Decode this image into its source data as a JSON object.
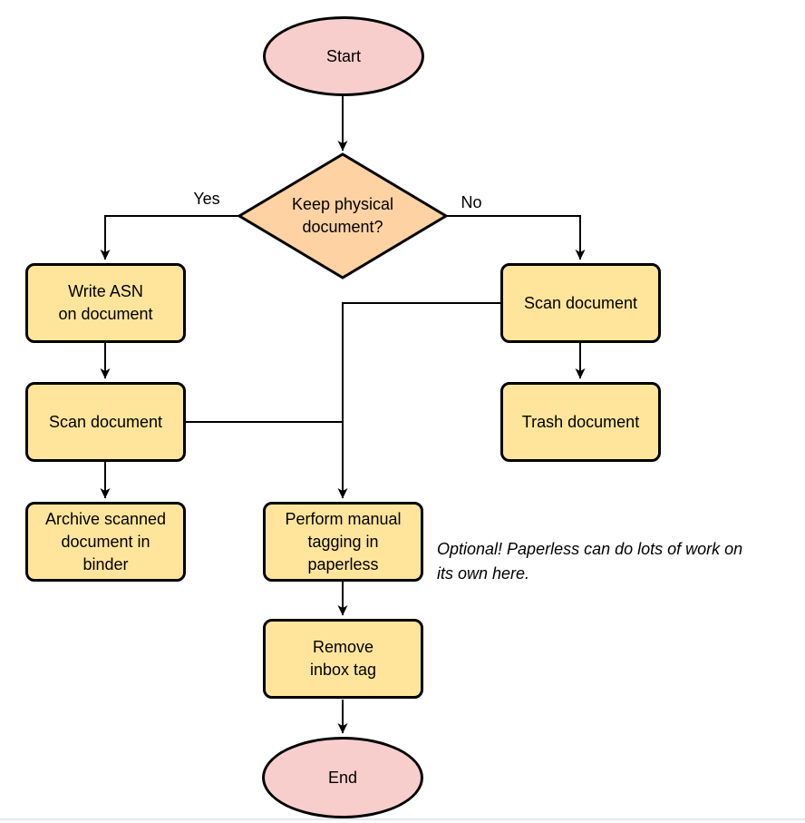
{
  "colors": {
    "background": "#FFFFFF",
    "stroke": "#000000",
    "process_fill": "#FFE59B",
    "decision_fill": "#FFD2A3",
    "terminator_fill": "#F8CECC",
    "hairline": "#E4E9EC"
  },
  "nodes": {
    "start": {
      "label": "Start"
    },
    "decision": {
      "label": "Keep physical\ndocument?"
    },
    "write_asn": {
      "label": "Write ASN\non document"
    },
    "scan_left": {
      "label": "Scan document"
    },
    "archive": {
      "label": "Archive scanned\ndocument in\nbinder"
    },
    "scan_right": {
      "label": "Scan document"
    },
    "trash": {
      "label": "Trash document"
    },
    "tagging": {
      "label": "Perform manual\ntagging in\npaperless"
    },
    "remove_inbox": {
      "label": "Remove\ninbox tag"
    },
    "end": {
      "label": "End"
    }
  },
  "edge_labels": {
    "yes": "Yes",
    "no": "No"
  },
  "annotation": "Optional! Paperless can do lots of work on\nits own here."
}
